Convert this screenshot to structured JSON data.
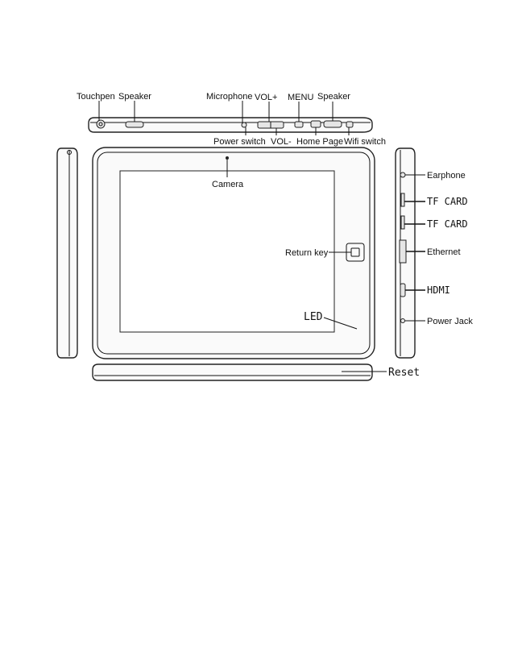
{
  "top_labels": {
    "touchpen": "Touchpen",
    "speaker_left": "Speaker",
    "microphone": "Microphone",
    "vol_plus": "VOL+",
    "menu": "MENU",
    "speaker_right": "Speaker",
    "power_switch": "Power switch",
    "vol_minus": "VOL-",
    "home_page": "Home Page",
    "wifi_switch": "Wifi switch"
  },
  "front_labels": {
    "camera": "Camera",
    "return_key": "Return key",
    "led": "LED"
  },
  "right_labels": {
    "earphone": "Earphone",
    "tf_card_1": "TF CARD",
    "tf_card_2": "TF CARD",
    "ethernet": "Ethernet",
    "hdmi": "HDMI",
    "power_jack": "Power Jack"
  },
  "bottom_labels": {
    "reset": "Reset"
  }
}
